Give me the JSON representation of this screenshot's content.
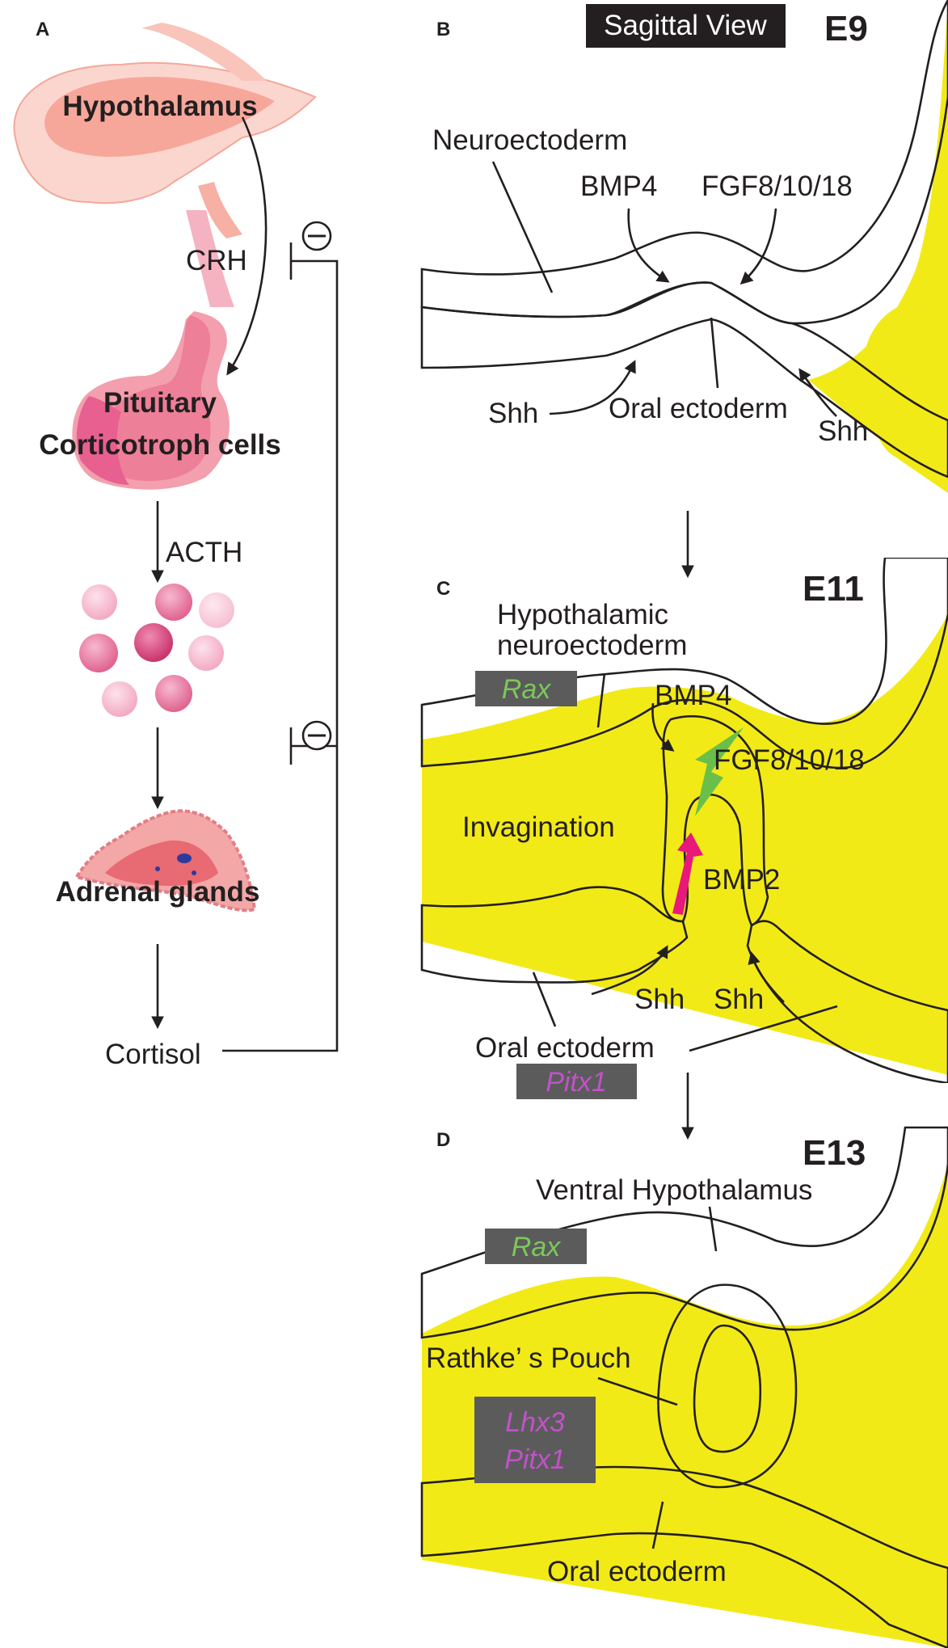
{
  "colors": {
    "neuroectoderm": "#6abf4b",
    "oral_ectoderm": "#e8197b",
    "mesenchyme": "#f2ea16",
    "rathke_pouch": "#f09ec1",
    "gene_box": "#5b5b5b",
    "rax_text": "#7cc85a",
    "pitx_text": "#c252c9",
    "arrow": "#231f20"
  },
  "panel_a": {
    "letter": "A",
    "hypothalamus": "Hypothalamus",
    "crh": "CRH",
    "pituitary_line1": "Pituitary",
    "pituitary_line2": "Corticotroph cells",
    "acth": "ACTH",
    "adrenal": "Adrenal glands",
    "cortisol": "Cortisol",
    "inhibit_symbol": "⊖"
  },
  "panel_b": {
    "letter": "B",
    "view": "Sagittal View",
    "stage": "E9",
    "neuroectoderm": "Neuroectoderm",
    "bmp4": "BMP4",
    "fgf": "FGF8/10/18",
    "shh_left": "Shh",
    "oral_ectoderm": "Oral ectoderm",
    "shh_right": "Shh"
  },
  "panel_c": {
    "letter": "C",
    "stage": "E11",
    "hypo_line1": "Hypothalamic",
    "hypo_line2": "neuroectoderm",
    "rax": "Rax",
    "bmp4": "BMP4",
    "fgf": "FGF8/10/18",
    "invagination": "Invagination",
    "bmp2": "BMP2",
    "shh_left": "Shh",
    "shh_right": "Shh",
    "oral_ectoderm": "Oral ectoderm",
    "pitx1": "Pitx1"
  },
  "panel_d": {
    "letter": "D",
    "stage": "E13",
    "ventral_hypo": "Ventral Hypothalamus",
    "rax": "Rax",
    "rathke": "Rathke’ s Pouch",
    "lhx3": "Lhx3",
    "pitx1": "Pitx1",
    "oral_ectoderm": "Oral ectoderm"
  }
}
